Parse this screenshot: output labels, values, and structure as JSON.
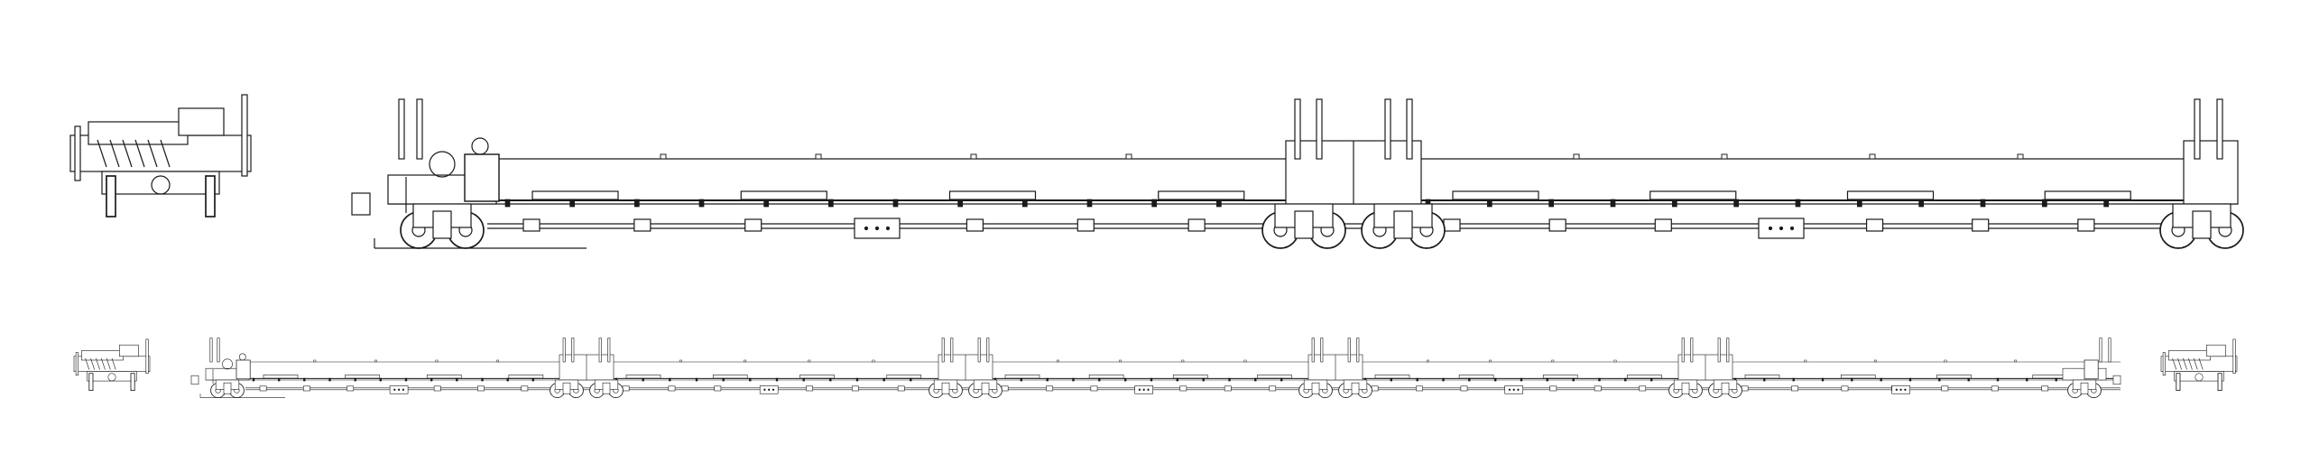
{
  "colors": {
    "background": "#ffffff",
    "line": "#1a1a1a",
    "light_line": "#555555"
  },
  "drawing": {
    "views": [
      {
        "name": "end-view-large"
      },
      {
        "name": "side-view-detail"
      },
      {
        "name": "end-view-small-left"
      },
      {
        "name": "side-view-full"
      },
      {
        "name": "end-view-small-right"
      }
    ]
  }
}
